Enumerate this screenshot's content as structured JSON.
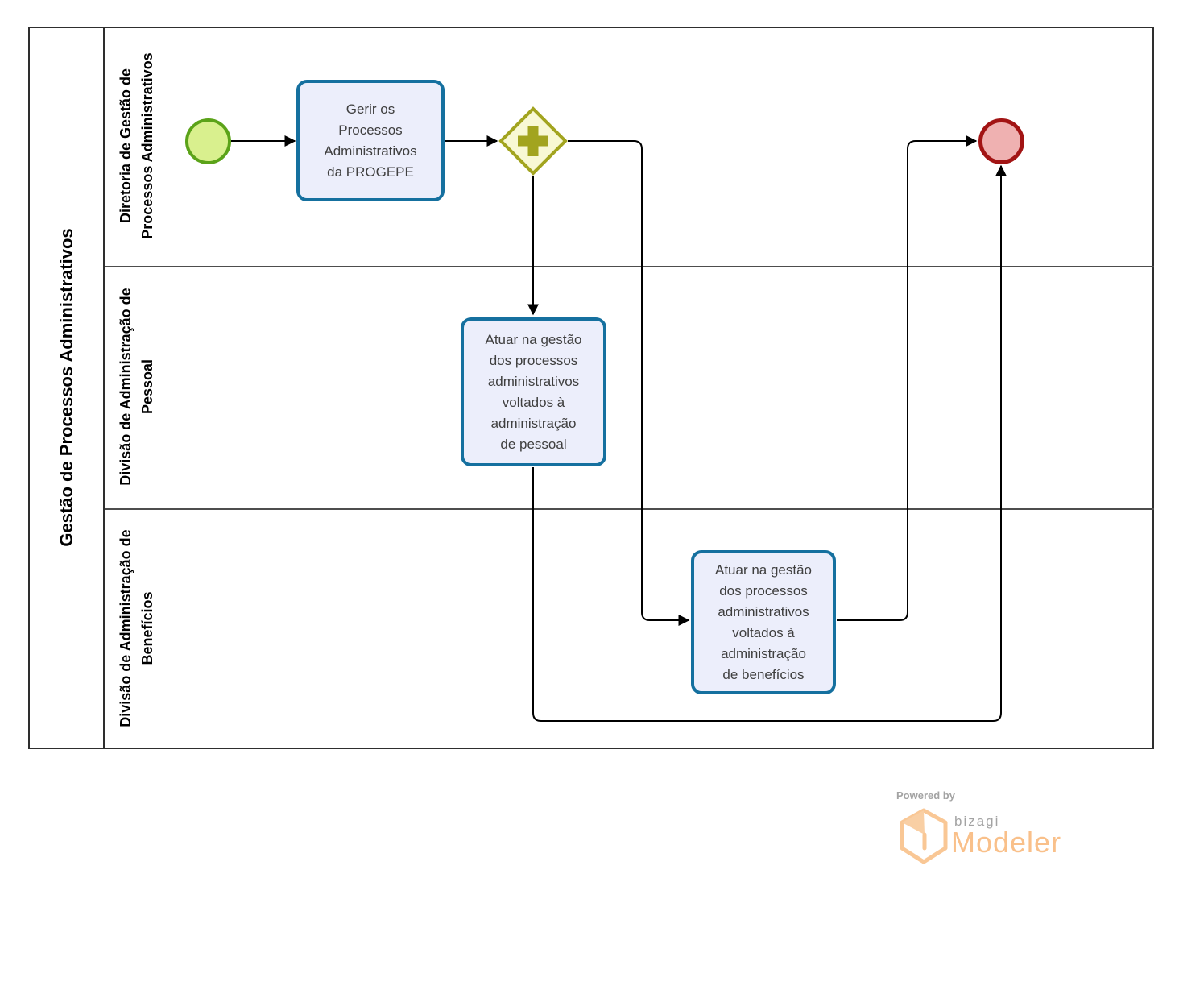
{
  "pool": {
    "title": "Gestão de Processos Administrativos",
    "lanes": [
      {
        "label": "Diretoria de Gestão de\nProcessos Administrativos"
      },
      {
        "label": "Divisão de Administração de\nPessoal"
      },
      {
        "label": "Divisão de Administração de\nBenefícios"
      }
    ]
  },
  "nodes": {
    "start_event": {
      "type": "start-event"
    },
    "task_gerir": {
      "label": "Gerir os\nProcessos\nAdministrativos\nda PROGEPE"
    },
    "gateway": {
      "type": "parallel-gateway"
    },
    "task_pessoal": {
      "label": "Atuar na gestão\ndos processos\nadministrativos\nvoltados à\nadministração\nde pessoal"
    },
    "task_beneficios": {
      "label": "Atuar na gestão\ndos processos\nadministrativos\nvoltados à\nadministração\nde benefícios"
    },
    "end_event": {
      "type": "end-event"
    }
  },
  "colors": {
    "task_fill": "#eceefb",
    "task_border": "#15709f",
    "start_fill": "#d9f08e",
    "start_border": "#5ba319",
    "gateway_fill": "#f8f8d4",
    "gateway_border": "#a2a41f",
    "end_fill": "#efb1b1",
    "end_border": "#a21414",
    "flow_line": "#000000",
    "lane_border": "#4d4d4d",
    "logo_orange": "#f9c08a",
    "logo_gray": "#a3a3a3"
  },
  "footer": {
    "powered_by": "Powered by",
    "brand": "bizagi",
    "product": "Modeler"
  }
}
